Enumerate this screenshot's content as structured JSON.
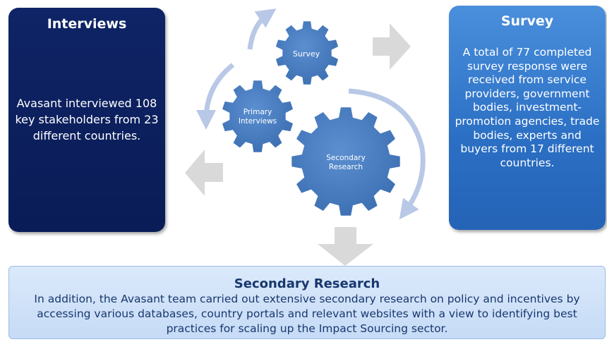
{
  "interviews": {
    "title": "Interviews",
    "body": "Avasant interviewed 108 key stakeholders from 23 different countries."
  },
  "survey": {
    "title": "Survey",
    "body": "A total of 77 completed survey response were received from service providers, government bodies, investment-promotion agencies, trade bodies, experts and buyers from 17 different countries."
  },
  "gears": {
    "survey": "Survey",
    "primary_line1": "Primary",
    "primary_line2": "Interviews",
    "secondary_line1": "Secondary",
    "secondary_line2": "Research"
  },
  "secondary_research": {
    "title": "Secondary Research",
    "body": "In addition, the Avasant team carried out extensive secondary research on policy and incentives by accessing various databases, country portals and relevant websites with a view to identifying best practices for scaling up the Impact Sourcing sector."
  },
  "colors": {
    "interviews_box": "#0f2466",
    "survey_box": "#3a7fd0",
    "gear": "#4a7fc1",
    "arrow": "#d9d9d9",
    "secondary_box": "#d3e4f9"
  }
}
